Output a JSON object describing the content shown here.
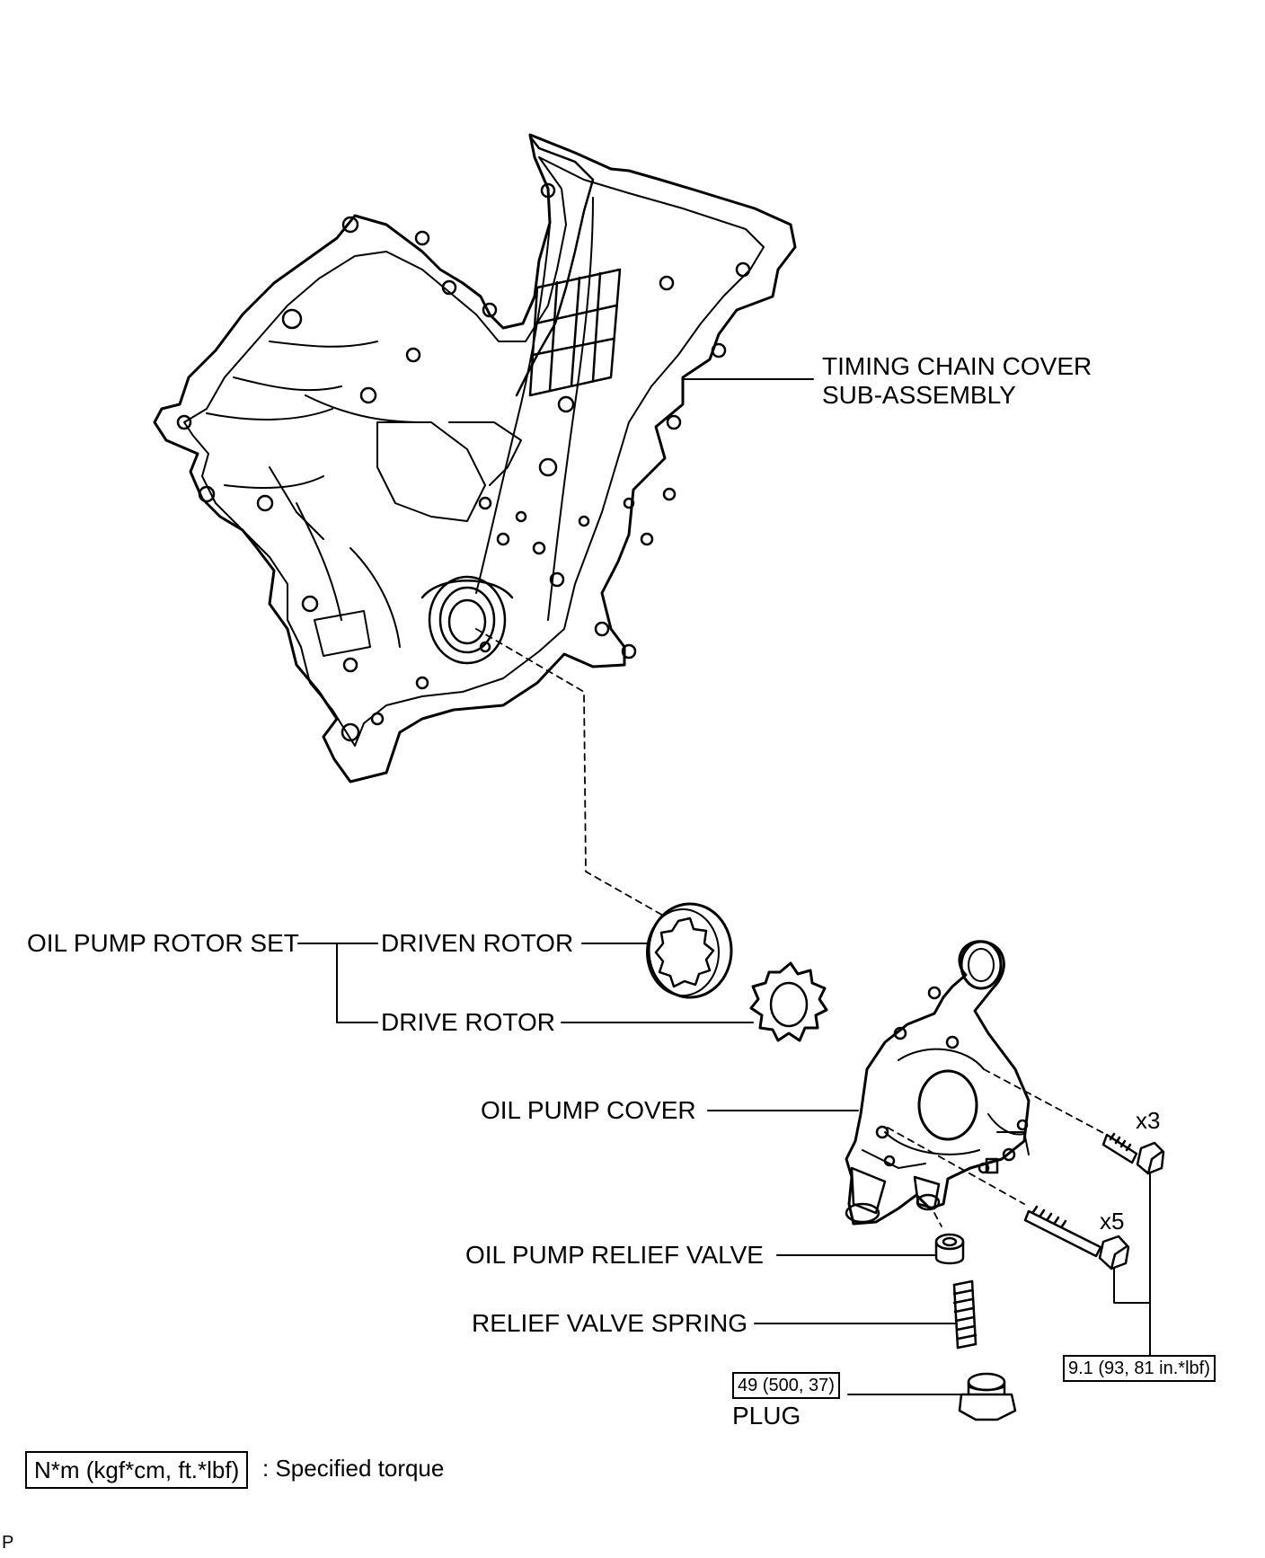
{
  "labels": {
    "timing_chain_cover": "TIMING CHAIN COVER",
    "timing_chain_cover_sub": "SUB-ASSEMBLY",
    "oil_pump_rotor_set": "OIL PUMP ROTOR SET",
    "driven_rotor": "DRIVEN ROTOR",
    "drive_rotor": "DRIVE ROTOR",
    "oil_pump_cover": "OIL PUMP COVER",
    "oil_pump_relief_valve": "OIL PUMP RELIEF VALVE",
    "relief_valve_spring": "RELIEF VALVE SPRING",
    "plug": "PLUG"
  },
  "quantities": {
    "bolt_group_a": "x3",
    "bolt_group_b": "x5"
  },
  "torques": {
    "bolts": "9.1 (93, 81 in.*lbf)",
    "plug": "49 (500, 37)"
  },
  "legend": {
    "box_text": "N*m (kgf*cm, ft.*lbf)",
    "description": ": Specified torque"
  },
  "corner_mark": "P",
  "colors": {
    "line": "#000000",
    "background": "#ffffff"
  }
}
